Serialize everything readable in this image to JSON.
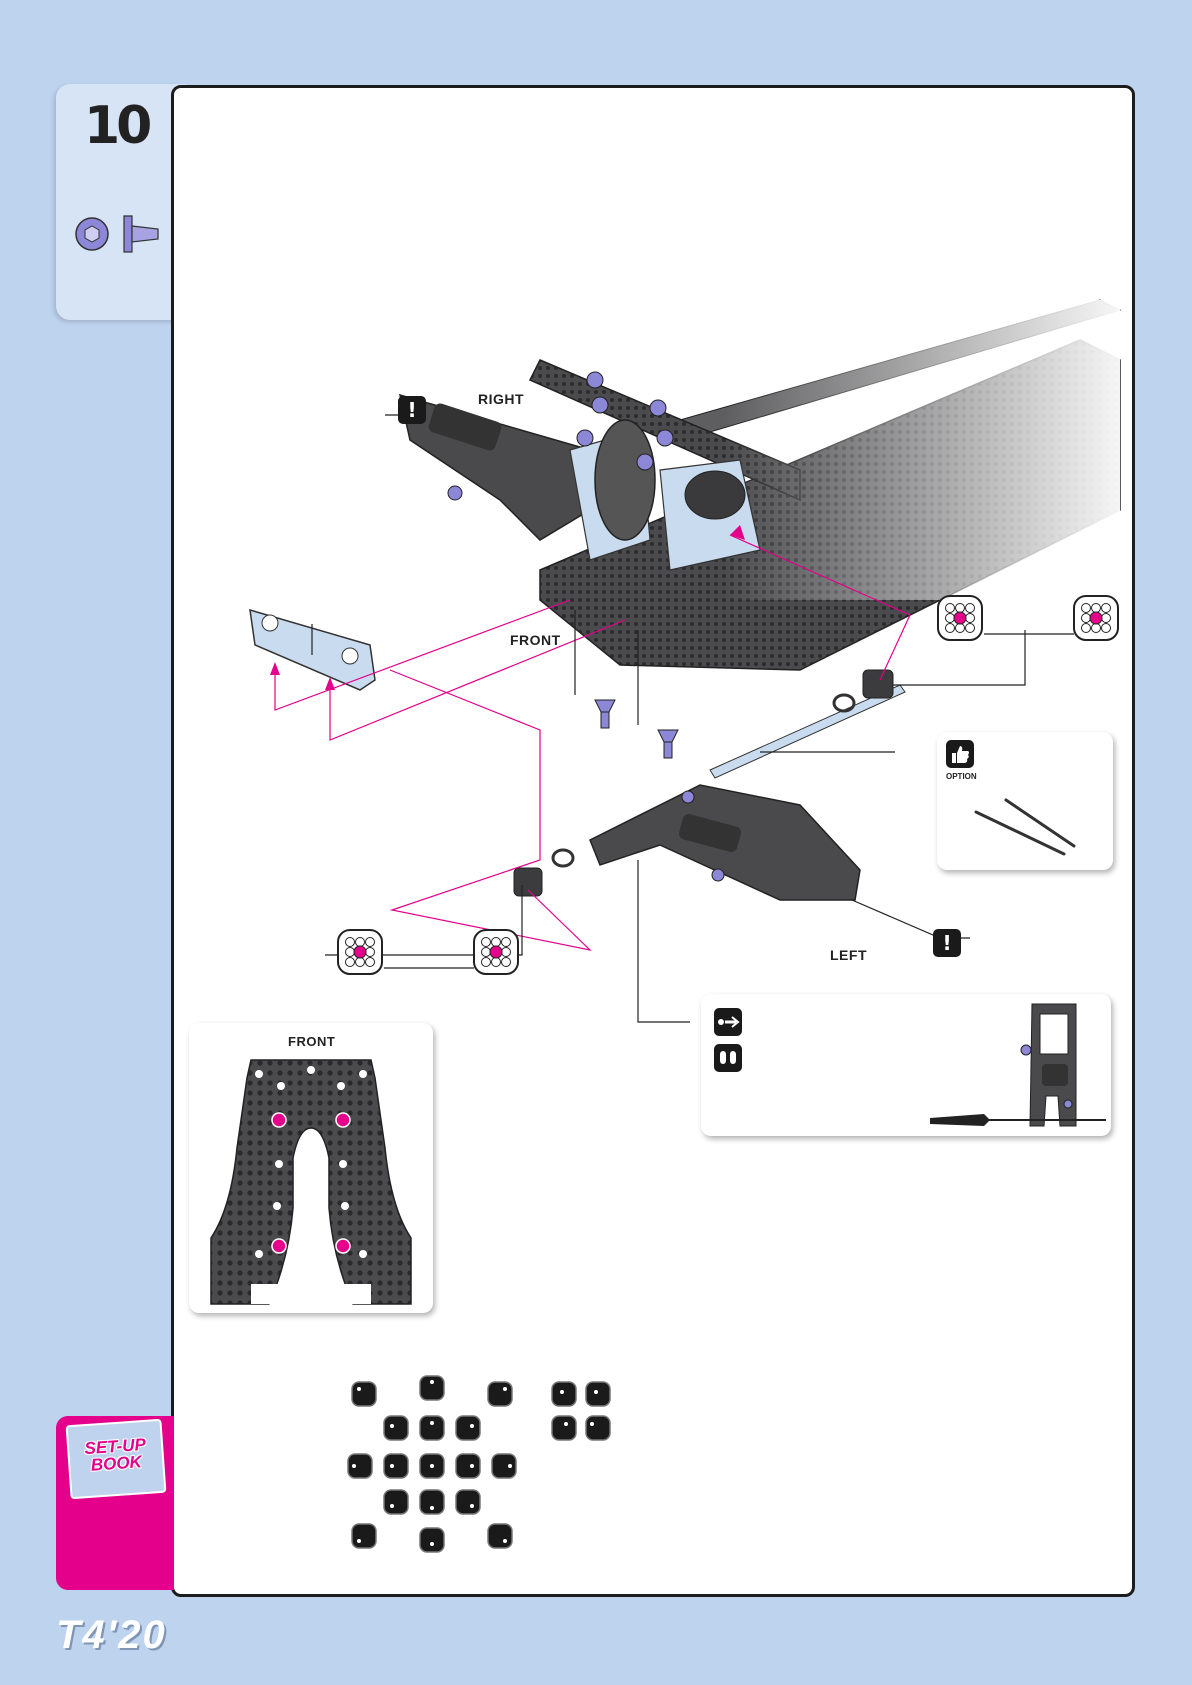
{
  "step": {
    "number": "10"
  },
  "labels": {
    "right": "RIGHT",
    "front": "FRONT",
    "left": "LEFT",
    "front_plate": "FRONT",
    "option": "OPTION"
  },
  "warning_symbol": "!",
  "setup_book": {
    "text": "SET-UP BOOK"
  },
  "brand": {
    "logo": "T4'20"
  },
  "colors": {
    "background": "#bed3ee",
    "accent": "#e4008a",
    "screw": "#8c87d6",
    "part_light": "#c9dcef",
    "part_dark": "#4a4a4c"
  },
  "icons": {
    "screw_head": "hex-screw-head-icon",
    "screw_side": "countersunk-screw-icon",
    "warning": "exclamation-icon",
    "thumbs_up": "thumbs-up-icon",
    "hinge_pin": "hinge-pin-icon",
    "two_hands": "two-hands-icon",
    "eccentric_bushing": "eccentric-bushing-icon"
  }
}
